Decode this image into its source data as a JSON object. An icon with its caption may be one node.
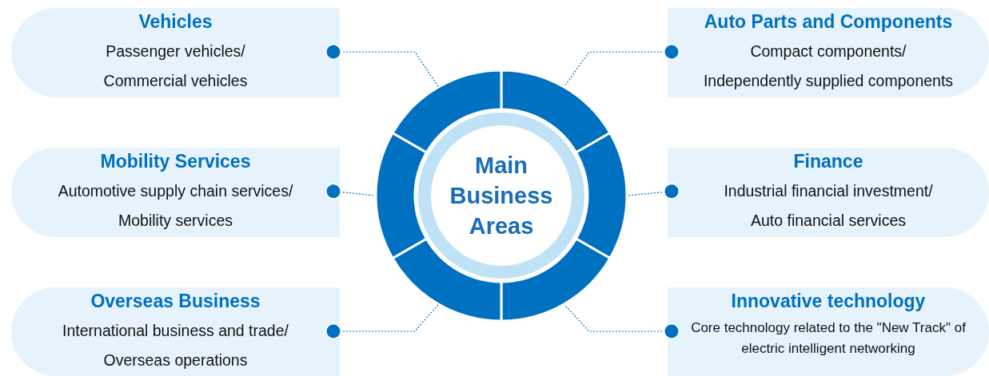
{
  "diagram": {
    "nodes": [
      {
        "text": [
          "Main Business Areas"
        ]
      },
      {
        "text": [
          "Vehicles",
          "Passenger vehicles/ Commercial vehicles"
        ]
      },
      {
        "text": [
          "Auto Parts and Components",
          "Compact components/ Independently supplied components"
        ]
      },
      {
        "text": [
          "Mobility Services",
          "Automotive supply chain services/ Mobility services"
        ]
      },
      {
        "text": [
          "Finance",
          "Industrial financial investment/ Auto financial services"
        ]
      },
      {
        "text": [
          "Overseas Business",
          "International business and trade/ Overseas operations"
        ]
      },
      {
        "text": [
          "Innovative technology",
          "Core technology related to the \"New Track\" of electric intelligent networking"
        ]
      }
    ],
    "edges": [
      {
        "from": 1,
        "to": 0,
        "arrow": "other",
        "style": "dashed"
      },
      {
        "from": 2,
        "to": 0,
        "arrow": "other",
        "style": "dashed"
      },
      {
        "from": 3,
        "to": 0,
        "arrow": "other",
        "style": "dashed"
      },
      {
        "from": 4,
        "to": 0,
        "arrow": "other",
        "style": "dashed"
      },
      {
        "from": 5,
        "to": 0,
        "arrow": "other",
        "style": "dashed"
      },
      {
        "from": 6,
        "to": 0,
        "arrow": "other",
        "style": "dashed"
      }
    ]
  }
}
